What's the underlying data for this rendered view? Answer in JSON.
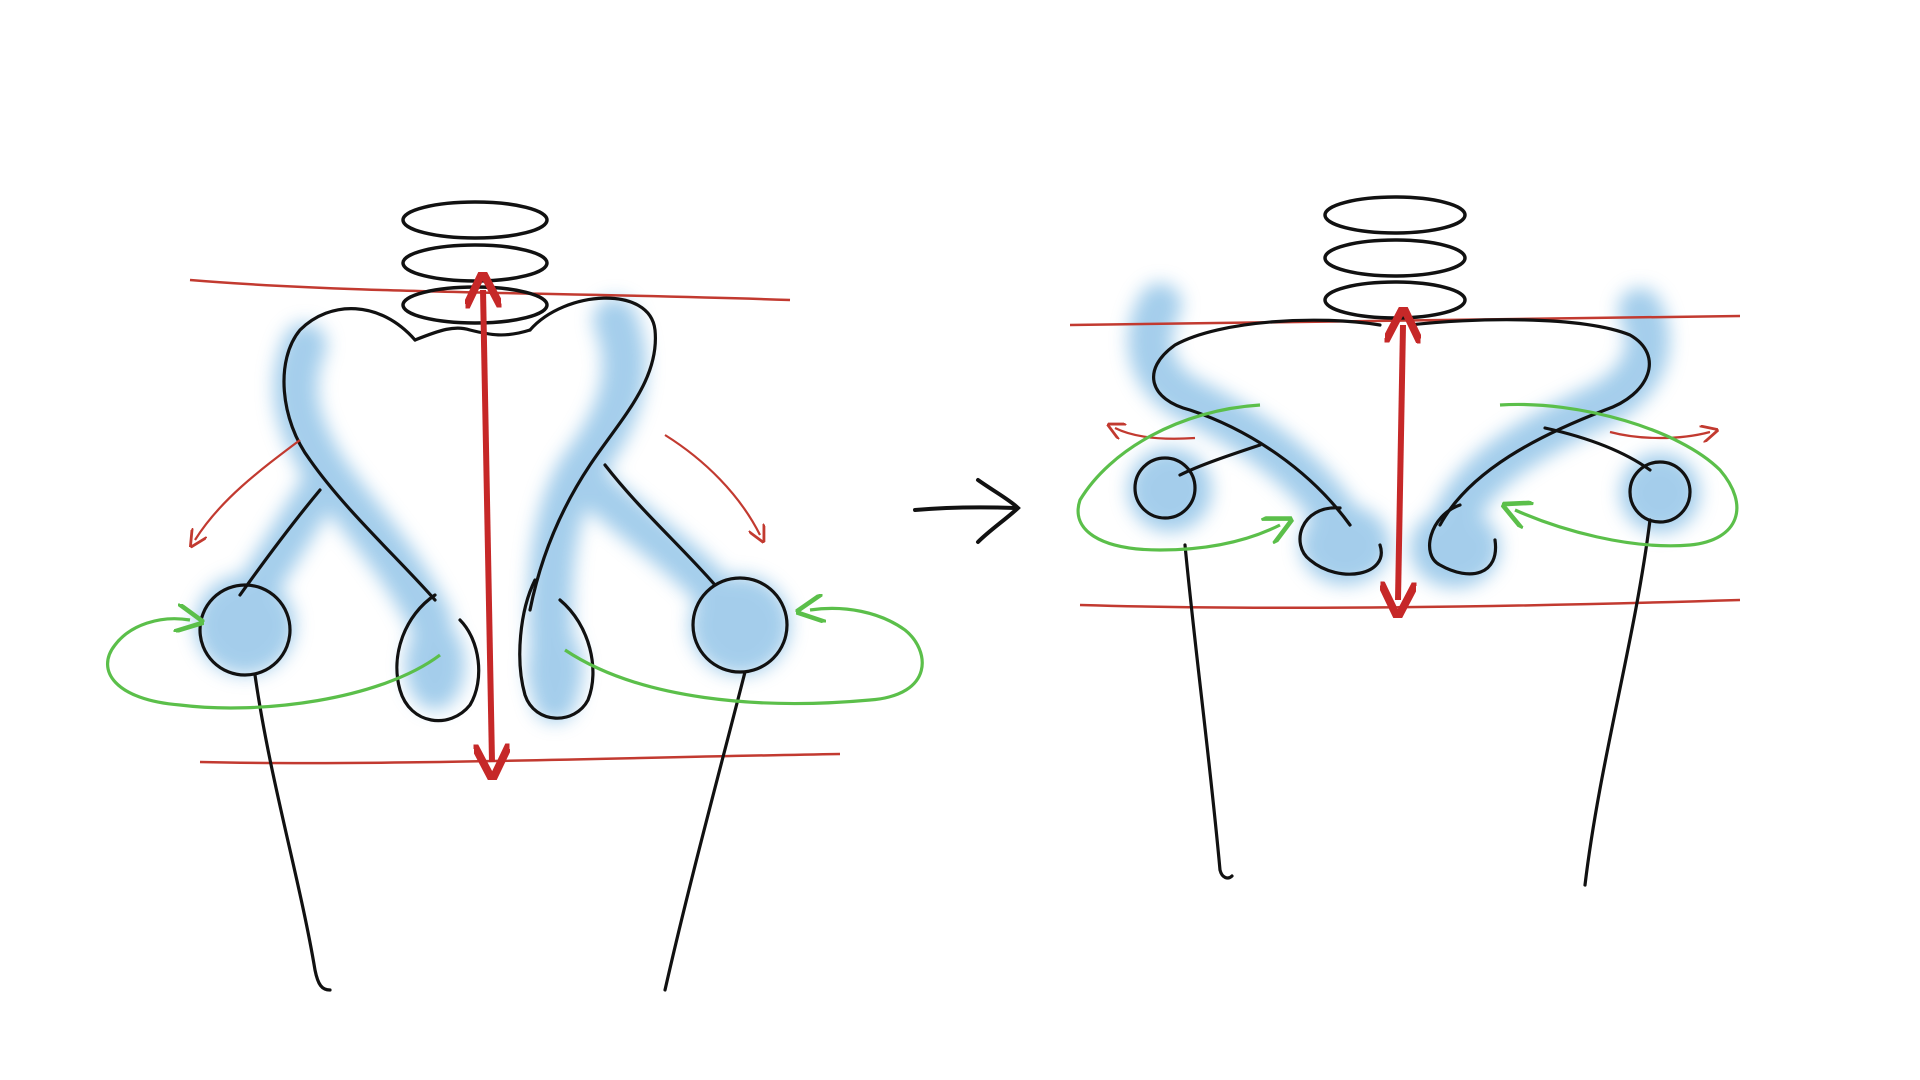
{
  "diagram": {
    "panels": [
      {
        "id": "before",
        "state": "before"
      },
      {
        "id": "after",
        "state": "after"
      }
    ],
    "colors": {
      "background": "#ffffff",
      "ink": "#111111",
      "limit_line": "#c23a30",
      "travel_arrow": "#c62828",
      "rotation_arrow": "#5bbf4a",
      "highlight": "#5aa6dc"
    },
    "icons": {
      "coil": "spring-coil-icon",
      "transition": "right-arrow-icon"
    }
  }
}
